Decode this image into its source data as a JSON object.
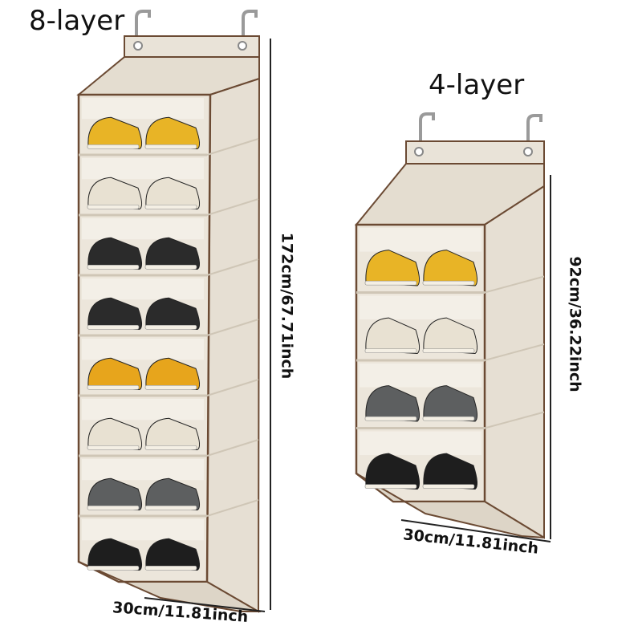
{
  "products": {
    "large": {
      "title": "8-layer",
      "height_label": "172cm/67.71inch",
      "width_label": "30cm/11.81inch",
      "layers": 8
    },
    "small": {
      "title": "4-layer",
      "height_label": "92cm/36.22inch",
      "width_label": "30cm/11.81inch",
      "layers": 4
    }
  },
  "colors": {
    "fabric": "#e9e3d8",
    "fabric_dark": "#d9d1c3",
    "trim": "#6b4a33",
    "hook": "#9a9a9a",
    "dimension_line": "#222222"
  },
  "shoes": {
    "large": [
      "yellow-sneakers",
      "white-sneakers",
      "black-white-sneakers",
      "black-white-sneakers",
      "red-yellow-sneakers",
      "white-sneakers",
      "grey-sneakers",
      "black-sneakers"
    ],
    "small": [
      "yellow-sneakers",
      "white-sneakers",
      "grey-sneakers",
      "black-sneakers"
    ]
  },
  "shoe_colors": {
    "yellow-sneakers": "#e8b426",
    "white-sneakers": "#e8e1d2",
    "black-white-sneakers": "#2b2b2b",
    "red-yellow-sneakers": "#e7a51c",
    "grey-sneakers": "#5d5f60",
    "black-sneakers": "#1e1e1e"
  }
}
